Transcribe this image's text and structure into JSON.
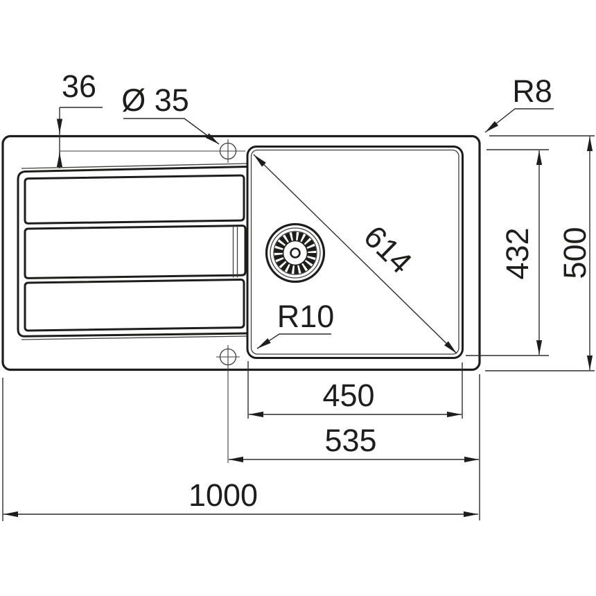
{
  "drawing": {
    "kind": "technical-dimension-drawing",
    "subject": "inset kitchen sink with drainboard, top view",
    "labels": {
      "edge_to_tap_center": "36",
      "tap_hole_diameter": "Ø 35",
      "outer_corner_radius": "R8",
      "bowl_diagonal": "614",
      "bowl_inner_depth": "432",
      "overall_depth": "500",
      "bowl_corner_radius": "R10",
      "bowl_inner_width": "450",
      "tap_center_to_right_edge": "535",
      "overall_width": "1000"
    },
    "colors": {
      "outline": "#1d1d1b",
      "dimension_lines": "#3d3d3b",
      "background": "#ffffff"
    }
  }
}
